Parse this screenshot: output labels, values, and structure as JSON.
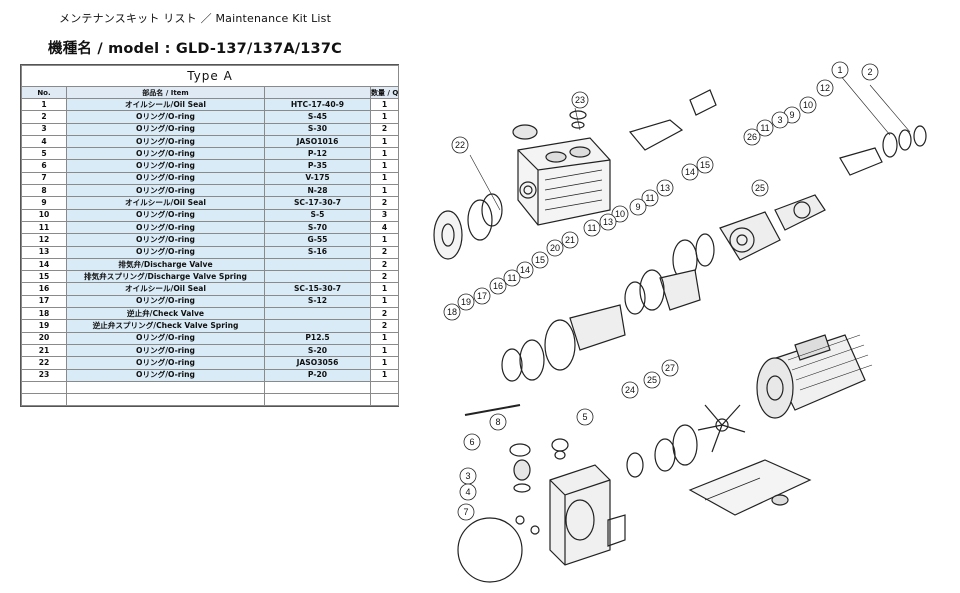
{
  "header": {
    "title": "メンテナンスキット リスト  ／  Maintenance Kit  List",
    "model_line": "機種名 / model   : GLD-137/137A/137C"
  },
  "table": {
    "type_label": "Type  A",
    "columns": [
      "No.",
      "部品名 / Item",
      "",
      "数量 / Q'ty"
    ],
    "rows": [
      {
        "no": "1",
        "name": "オイルシール/Oil Seal",
        "code": "HTC-17-40-9",
        "qty": "1"
      },
      {
        "no": "2",
        "name": "Oリング/O-ring",
        "code": "S-45",
        "qty": "1"
      },
      {
        "no": "3",
        "name": "Oリング/O-ring",
        "code": "S-30",
        "qty": "2"
      },
      {
        "no": "4",
        "name": "Oリング/O-ring",
        "code": "JASO1016",
        "qty": "1"
      },
      {
        "no": "5",
        "name": "Oリング/O-ring",
        "code": "P-12",
        "qty": "1"
      },
      {
        "no": "6",
        "name": "Oリング/O-ring",
        "code": "P-35",
        "qty": "1"
      },
      {
        "no": "7",
        "name": "Oリング/O-ring",
        "code": "V-175",
        "qty": "1"
      },
      {
        "no": "8",
        "name": "Oリング/O-ring",
        "code": "N-28",
        "qty": "1"
      },
      {
        "no": "9",
        "name": "オイルシール/Oil Seal",
        "code": "SC-17-30-7",
        "qty": "2"
      },
      {
        "no": "10",
        "name": "Oリング/O-ring",
        "code": "S-5",
        "qty": "3"
      },
      {
        "no": "11",
        "name": "Oリング/O-ring",
        "code": "S-70",
        "qty": "4"
      },
      {
        "no": "12",
        "name": "Oリング/O-ring",
        "code": "G-55",
        "qty": "1"
      },
      {
        "no": "13",
        "name": "Oリング/O-ring",
        "code": "S-16",
        "qty": "2"
      },
      {
        "no": "14",
        "name": "排気弁/Discharge Valve",
        "code": "",
        "qty": "2"
      },
      {
        "no": "15",
        "name": "排気弁スプリング/Discharge Valve Spring",
        "code": "",
        "qty": "2"
      },
      {
        "no": "16",
        "name": "オイルシール/Oil Seal",
        "code": "SC-15-30-7",
        "qty": "1"
      },
      {
        "no": "17",
        "name": "Oリング/O-ring",
        "code": "S-12",
        "qty": "1"
      },
      {
        "no": "18",
        "name": "逆止弁/Check Valve",
        "code": "",
        "qty": "2"
      },
      {
        "no": "19",
        "name": "逆止弁スプリング/Check Valve Spring",
        "code": "",
        "qty": "2"
      },
      {
        "no": "20",
        "name": "Oリング/O-ring",
        "code": "P12.5",
        "qty": "1"
      },
      {
        "no": "21",
        "name": "Oリング/O-ring",
        "code": "S-20",
        "qty": "1"
      },
      {
        "no": "22",
        "name": "Oリング/O-ring",
        "code": "JASO3056",
        "qty": "1"
      },
      {
        "no": "23",
        "name": "Oリング/O-ring",
        "code": "P-20",
        "qty": "1"
      }
    ]
  },
  "diagram": {
    "callouts": [
      "1",
      "2",
      "3",
      "4",
      "5",
      "6",
      "7",
      "8",
      "9",
      "10",
      "11",
      "12",
      "13",
      "14",
      "15",
      "16",
      "17",
      "18",
      "19",
      "20",
      "21",
      "22",
      "23",
      "24",
      "25",
      "26",
      "27"
    ]
  }
}
